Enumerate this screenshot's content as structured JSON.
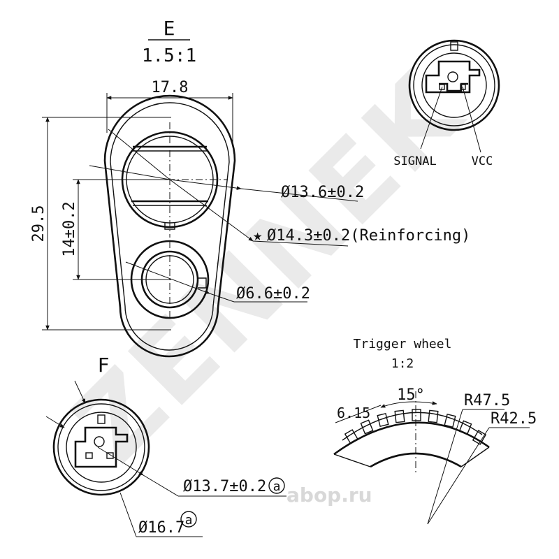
{
  "view_e": {
    "label": "E",
    "scale": "1.5:1",
    "width_dim": "17.8",
    "height_dim": "29.5",
    "spacing_dim": "14±0.2",
    "dia_1": "Ø13.6±0.2",
    "dia_2_star": "★",
    "dia_2": "Ø14.3±0.2(Reinforcing)",
    "dia_3": "Ø6.6±0.2"
  },
  "connector": {
    "signal_label": "SIGNAL",
    "vcc_label": "VCC"
  },
  "view_f": {
    "label": "F",
    "dia_1": "Ø13.7±0.2",
    "dia_2": "Ø16.7",
    "circled_mark": "a"
  },
  "trigger_wheel": {
    "title": "Trigger wheel",
    "scale": "1:2",
    "tooth_dim": "6.15",
    "angle_dim": "15°",
    "r_outer": "R47.5",
    "r_inner": "R42.5"
  },
  "watermark": {
    "brand": "ZENNEK",
    "site": "abop.ru"
  }
}
